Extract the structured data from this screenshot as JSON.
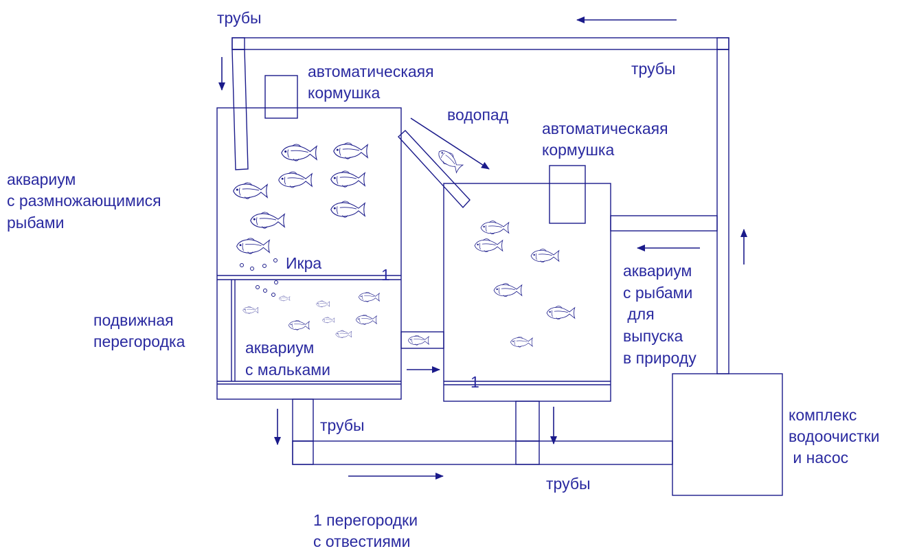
{
  "labels": {
    "pipes_top_left": "трубы",
    "pipes_top_right": "трубы",
    "feeder_1_line1": "автоматическаяя",
    "feeder_1_line2": "кормушка",
    "feeder_2_line1": "автоматическаяя",
    "feeder_2_line2": "кормушка",
    "waterfall": "водопад",
    "breeding_tank_line1": "аквариум",
    "breeding_tank_line2": "с размножающимися",
    "breeding_tank_line3": "рыбами",
    "roe": "Икра",
    "partition_number_1": "1",
    "partition_number_2": "1",
    "movable_partition_line1": "подвижная",
    "movable_partition_line2": "перегородка",
    "fry_tank_line1": "аквариум",
    "fry_tank_line2": "с мальками",
    "release_tank_line1": "аквариум",
    "release_tank_line2": "с рыбами",
    "release_tank_line3": " для",
    "release_tank_line4": "выпуска",
    "release_tank_line5": "в природу",
    "pipes_bottom_left": "трубы",
    "pipes_bottom_right": "трубы",
    "treatment_line1": "комплекс",
    "treatment_line2": "водоочистки",
    "treatment_line3": " и насос",
    "footnote_line1": "1 перегородки",
    "footnote_line2": "с отвестиями"
  },
  "colors": {
    "line": "#1a1a8a",
    "text": "#2a2aa0",
    "background": "#ffffff"
  }
}
